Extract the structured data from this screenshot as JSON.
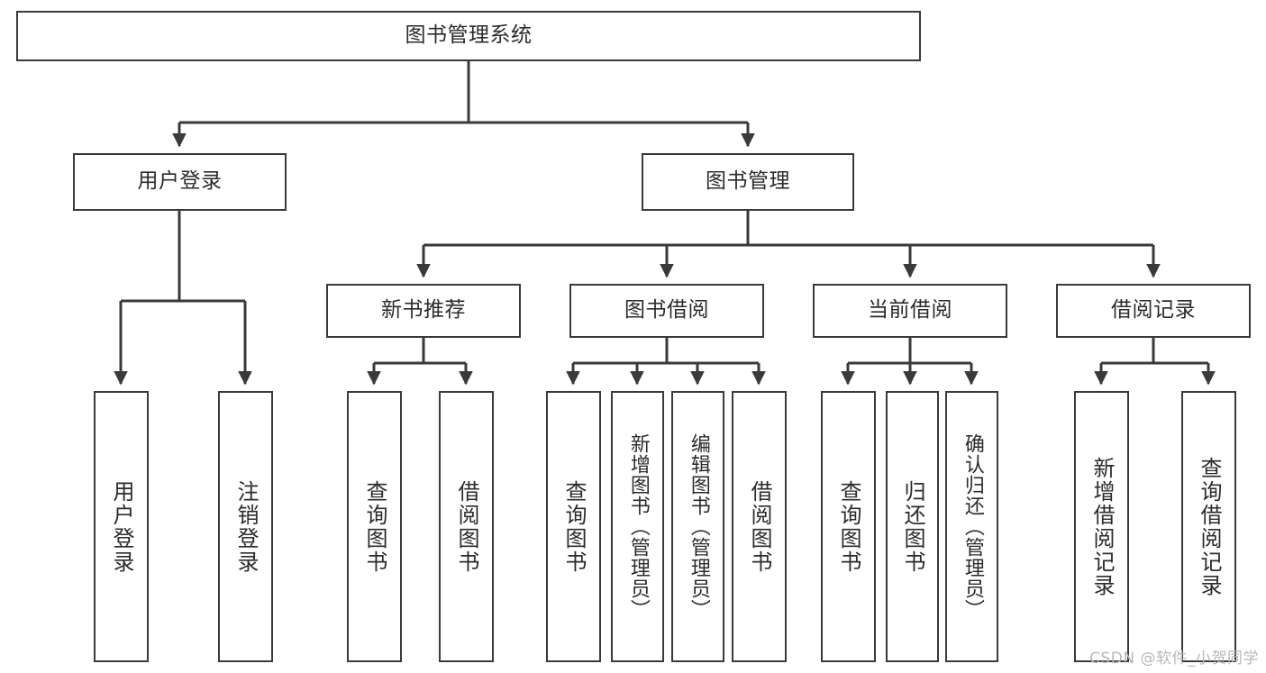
{
  "diagram": {
    "title": "图书管理系统",
    "type": "tree",
    "watermark": "CSDN @软件_小贺同学",
    "colors": {
      "box_border": "#3a3a3a",
      "box_fill": "#ffffff",
      "text": "#2b2b2b",
      "edge": "#3a3a3a",
      "watermark": "#b8b8b8",
      "background": "#ffffff"
    },
    "nodes": {
      "root": {
        "label": "图书管理系统"
      },
      "level2": [
        {
          "id": "user-login",
          "label": "用户登录"
        },
        {
          "id": "book-manage",
          "label": "图书管理"
        }
      ],
      "level3": [
        {
          "id": "new-book-recommend",
          "label": "新书推荐"
        },
        {
          "id": "book-borrow",
          "label": "图书借阅"
        },
        {
          "id": "current-borrow",
          "label": "当前借阅"
        },
        {
          "id": "borrow-record",
          "label": "借阅记录"
        }
      ],
      "leaves": {
        "user-login": [
          {
            "id": "leaf-user-login",
            "label": "用户登录"
          },
          {
            "id": "leaf-logout-login",
            "label": "注销登录"
          }
        ],
        "new-book-recommend": [
          {
            "id": "leaf-query-book-1",
            "label": "查询图书"
          },
          {
            "id": "leaf-borrow-book-1",
            "label": "借阅图书"
          }
        ],
        "book-borrow": [
          {
            "id": "leaf-query-book-2",
            "label": "查询图书"
          },
          {
            "id": "leaf-add-book",
            "label": "新增图书（管理员）"
          },
          {
            "id": "leaf-edit-book",
            "label": "编辑图书（管理员）"
          },
          {
            "id": "leaf-borrow-book-2",
            "label": "借阅图书"
          }
        ],
        "current-borrow": [
          {
            "id": "leaf-query-book-3",
            "label": "查询图书"
          },
          {
            "id": "leaf-return-book",
            "label": "归还图书"
          },
          {
            "id": "leaf-confirm-return",
            "label": "确认归还（管理员）"
          }
        ],
        "borrow-record": [
          {
            "id": "leaf-add-record",
            "label": "新增借阅记录"
          },
          {
            "id": "leaf-query-record",
            "label": "查询借阅记录"
          }
        ]
      }
    }
  }
}
